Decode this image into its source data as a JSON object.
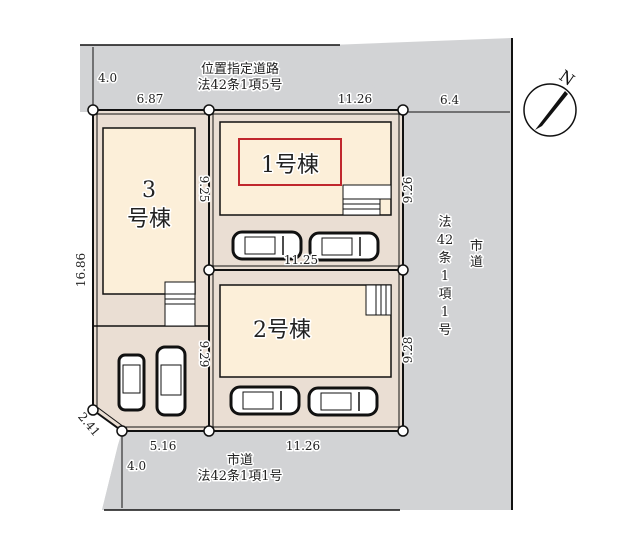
{
  "colors": {
    "road": "#d2d3d5",
    "lot": "#eaded3",
    "building": "#fcefd9",
    "line": "#111111",
    "highlight": "#c0272d",
    "background": "#ffffff"
  },
  "roads": {
    "north": {
      "line1": "位置指定道路",
      "line2": "法42条1項5号",
      "width_label": "4.0"
    },
    "east": {
      "name": "市道",
      "law_chars": [
        "法",
        "42",
        "条",
        "1",
        "項",
        "1",
        "号"
      ],
      "width_label": "6.4"
    },
    "south": {
      "line1": "市道",
      "line2": "法42条1項1号",
      "width_label": "4.0"
    }
  },
  "buildings": {
    "b1": {
      "label": "1号棟",
      "highlighted": true
    },
    "b2": {
      "label": "2号棟"
    },
    "b3": {
      "line1": "3",
      "line2": "号棟"
    }
  },
  "dimensions": {
    "top_left": "6.87",
    "top_right": "11.26",
    "left_side": "16.86",
    "corner_cut": "2.41",
    "bottom_left": "5.16",
    "bottom_right": "11.26",
    "lot1_right": "9.26",
    "lot2_right": "9.28",
    "lot3_inner_upper": "9.25",
    "lot3_inner_lower": "9.29",
    "middle_boundary": "11.25"
  },
  "compass": {
    "label": "N"
  }
}
